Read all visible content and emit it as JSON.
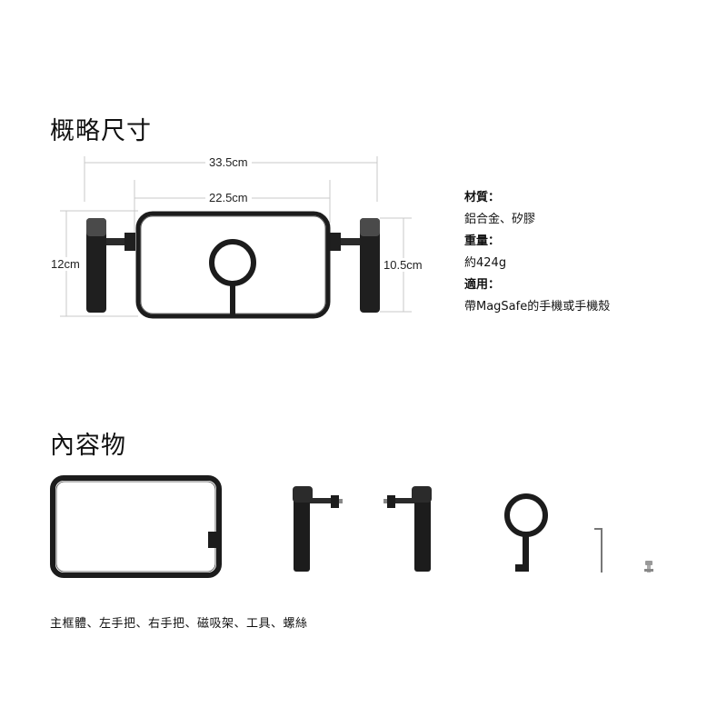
{
  "sections": {
    "dimensions": {
      "title": "概略尺寸",
      "labels": {
        "overall_width": "33.5cm",
        "frame_width": "22.5cm",
        "overall_height": "12cm",
        "frame_height": "10.5cm"
      }
    },
    "specs": {
      "items": [
        {
          "label": "材質：",
          "value": "鋁合金、矽膠"
        },
        {
          "label": "重量：",
          "value": "約424g"
        },
        {
          "label": "適用：",
          "value": "帶MagSafe的手機或手機殼"
        }
      ]
    },
    "contents": {
      "title": "內容物",
      "items": [
        {
          "name": "main-frame",
          "icon": "phone-cage-frame"
        },
        {
          "name": "left-handle",
          "icon": "handle-left"
        },
        {
          "name": "right-handle",
          "icon": "handle-right"
        },
        {
          "name": "magnetic-mount",
          "icon": "magsafe-ring"
        },
        {
          "name": "tool",
          "icon": "hex-key"
        },
        {
          "name": "screw",
          "icon": "thumb-screw"
        }
      ],
      "caption": "主框體、左手把、右手把、磁吸架、工具、螺絲"
    }
  },
  "colors": {
    "product_dark": "#1c1c1c",
    "product_mid": "#3a3a3a",
    "dimension_line": "#c8c8c8"
  }
}
